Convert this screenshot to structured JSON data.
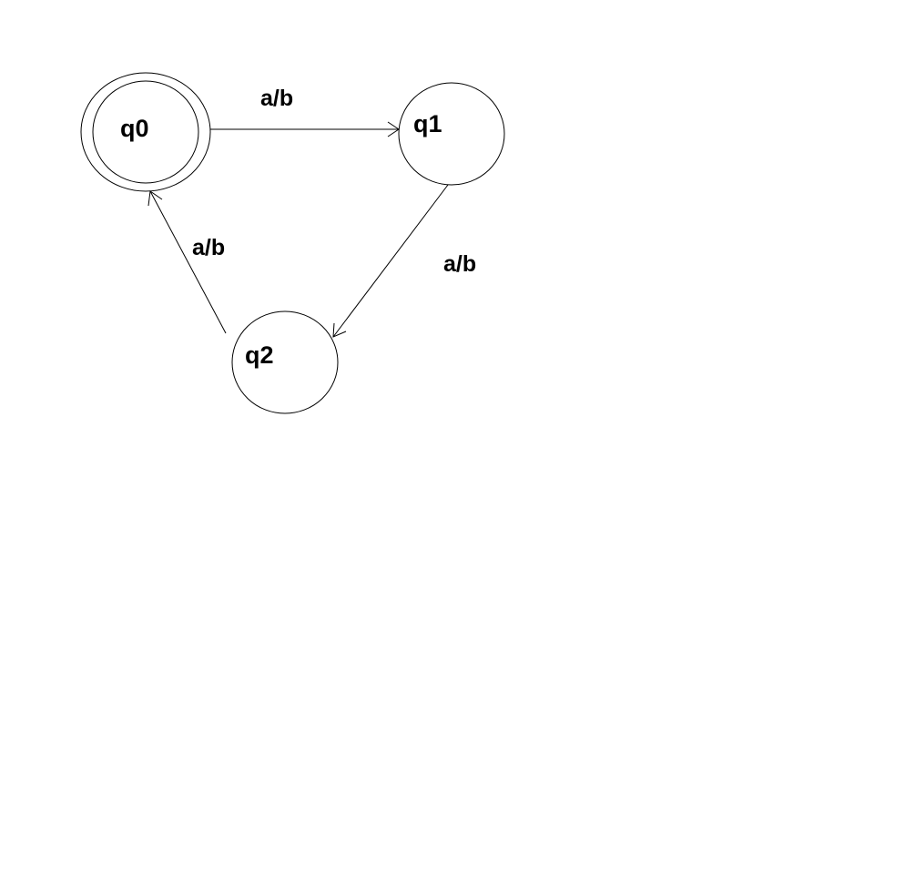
{
  "states": [
    {
      "id": "q0",
      "label": "q0",
      "accepting": true
    },
    {
      "id": "q1",
      "label": "q1",
      "accepting": false
    },
    {
      "id": "q2",
      "label": "q2",
      "accepting": false
    }
  ],
  "transitions": [
    {
      "from": "q0",
      "to": "q1",
      "label": "a/b"
    },
    {
      "from": "q1",
      "to": "q2",
      "label": "a/b"
    },
    {
      "from": "q2",
      "to": "q0",
      "label": "a/b"
    }
  ],
  "colors": {
    "stroke": "#000000",
    "background": "#ffffff"
  }
}
